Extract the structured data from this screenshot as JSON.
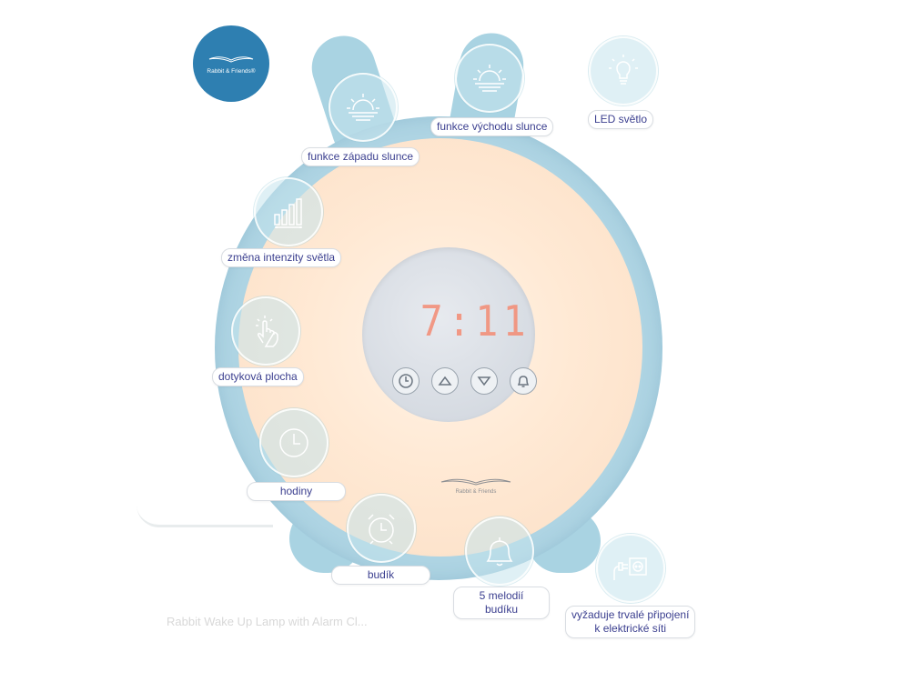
{
  "logo": {
    "text": "Rabbit & Friends®",
    "color": "#2e7fb1"
  },
  "device": {
    "display_time": "7:11",
    "brand": "Rabbit & Friends",
    "faded_caption": "Rabbit Wake Up Lamp with Alarm Cl...",
    "body_color": "#aed4e3",
    "digit_color": "#f48b73",
    "buttons": [
      "clock-icon",
      "up-arrow-icon",
      "down-arrow-icon",
      "bell-icon"
    ]
  },
  "features": [
    {
      "label": "funkce západu slunce",
      "icon": "sunset-icon"
    },
    {
      "label": "funkce východu slunce",
      "icon": "sunrise-icon"
    },
    {
      "label": "LED světlo",
      "icon": "bulb-icon"
    },
    {
      "label": "změna intenzity světla",
      "icon": "intensity-bars-icon"
    },
    {
      "label": "dotyková plocha",
      "icon": "touch-icon"
    },
    {
      "label": "hodiny",
      "icon": "clock-icon"
    },
    {
      "label": "budík",
      "icon": "alarm-clock-icon"
    },
    {
      "label": "5 melodií\nbudíku",
      "line1": "5 melodií",
      "line2": "budíku",
      "icon": "bell-icon"
    },
    {
      "label": "vyžaduje trvalé připojení\nk elektrické síti",
      "line1": "vyžaduje trvalé připojení",
      "line2": "k elektrické síti",
      "icon": "power-socket-icon"
    }
  ],
  "label_text_color": "#3b3f8f"
}
